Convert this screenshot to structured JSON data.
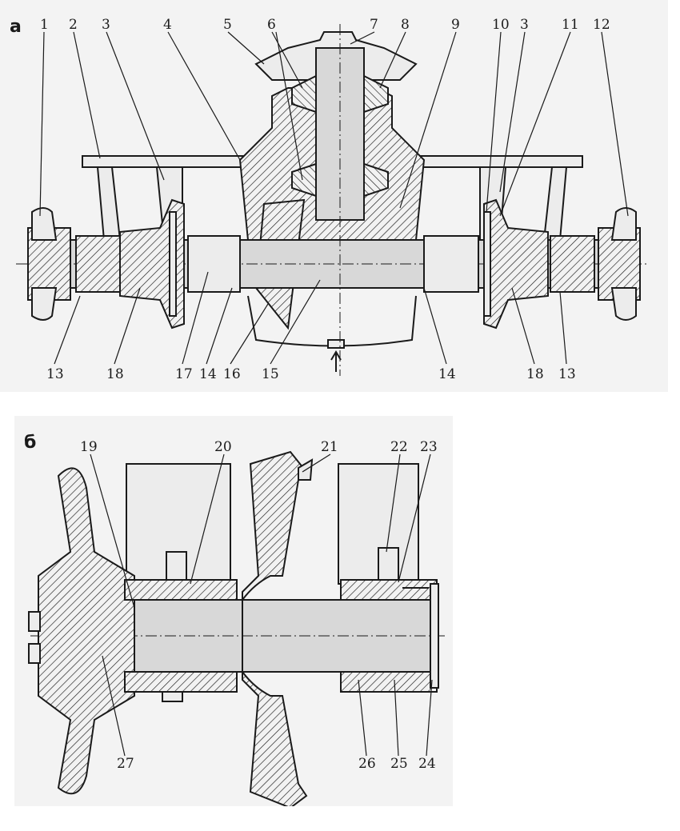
{
  "panel_a": {
    "letter": "а",
    "top_labels": [
      "1",
      "2",
      "3",
      "4",
      "5",
      "6",
      "7",
      "8",
      "9",
      "10",
      "3",
      "11",
      "12"
    ],
    "bottom_labels": [
      "13",
      "18",
      "17",
      "14",
      "16",
      "15",
      "14",
      "18",
      "13"
    ]
  },
  "panel_b": {
    "letter": "б",
    "top_labels": [
      "19",
      "20",
      "21",
      "22",
      "23"
    ],
    "bottom_labels": [
      "27",
      "26",
      "25",
      "24"
    ]
  },
  "colors": {
    "ink": "#1a1a1a",
    "paper": "#ffffff",
    "panel_bg": "#f3f3f3",
    "metal": "#d8d8d8"
  }
}
